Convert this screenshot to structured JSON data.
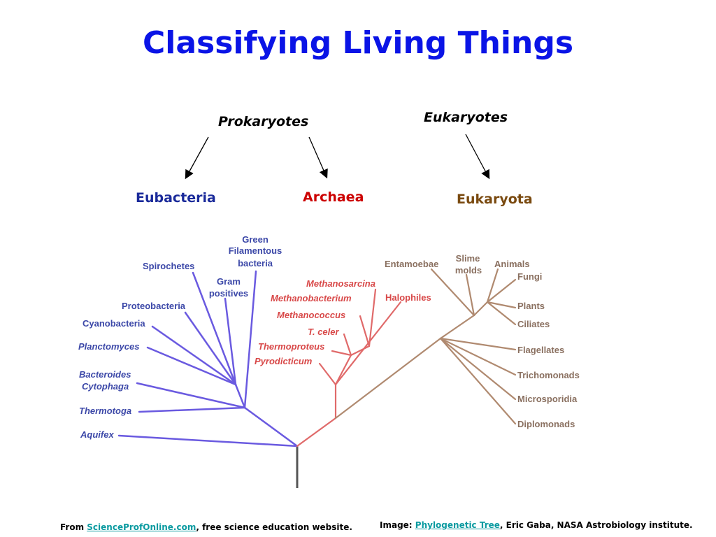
{
  "title": "Classifying Living Things",
  "groups": {
    "prokaryotes": "Prokaryotes",
    "eukaryotes": "Eukaryotes"
  },
  "domains": {
    "eubacteria": "Eubacteria",
    "archaea": "Archaea",
    "eukaryota": "Eukaryota"
  },
  "colors": {
    "title": "#0a14e6",
    "bacteria": "#6a5ae0",
    "archaea": "#e06a6a",
    "eukaryota": "#b08a70",
    "trunk": "#555555",
    "eubacteria_label": "#1a2a9a",
    "archaea_label": "#cc0000",
    "eukaryota_label": "#7a4a10"
  },
  "tree": {
    "bacteria": [
      "Green",
      "Filamentous",
      "bacteria",
      "Spirochetes",
      "Gram",
      "positives",
      "Proteobacteria",
      "Cyanobacteria",
      "Planctomyces",
      "Bacteroides",
      "Cytophaga",
      "Thermotoga",
      "Aquifex"
    ],
    "archaea": [
      "Methanosarcina",
      "Methanobacterium",
      "Methanococcus",
      "T. celer",
      "Thermoproteus",
      "Pyrodicticum",
      "Halophiles"
    ],
    "eukaryota": [
      "Entamoebae",
      "Slime",
      "molds",
      "Animals",
      "Fungi",
      "Plants",
      "Ciliates",
      "Flagellates",
      "Trichomonads",
      "Microsporidia",
      "Diplomonads"
    ]
  },
  "footer": {
    "left_prefix": "From ",
    "left_link": "ScienceProfOnline.com",
    "left_suffix": ", free science education website.",
    "right_prefix": "Image: ",
    "right_link": "Phylogenetic Tree",
    "right_suffix": ", Eric Gaba, NASA Astrobiology institute."
  }
}
